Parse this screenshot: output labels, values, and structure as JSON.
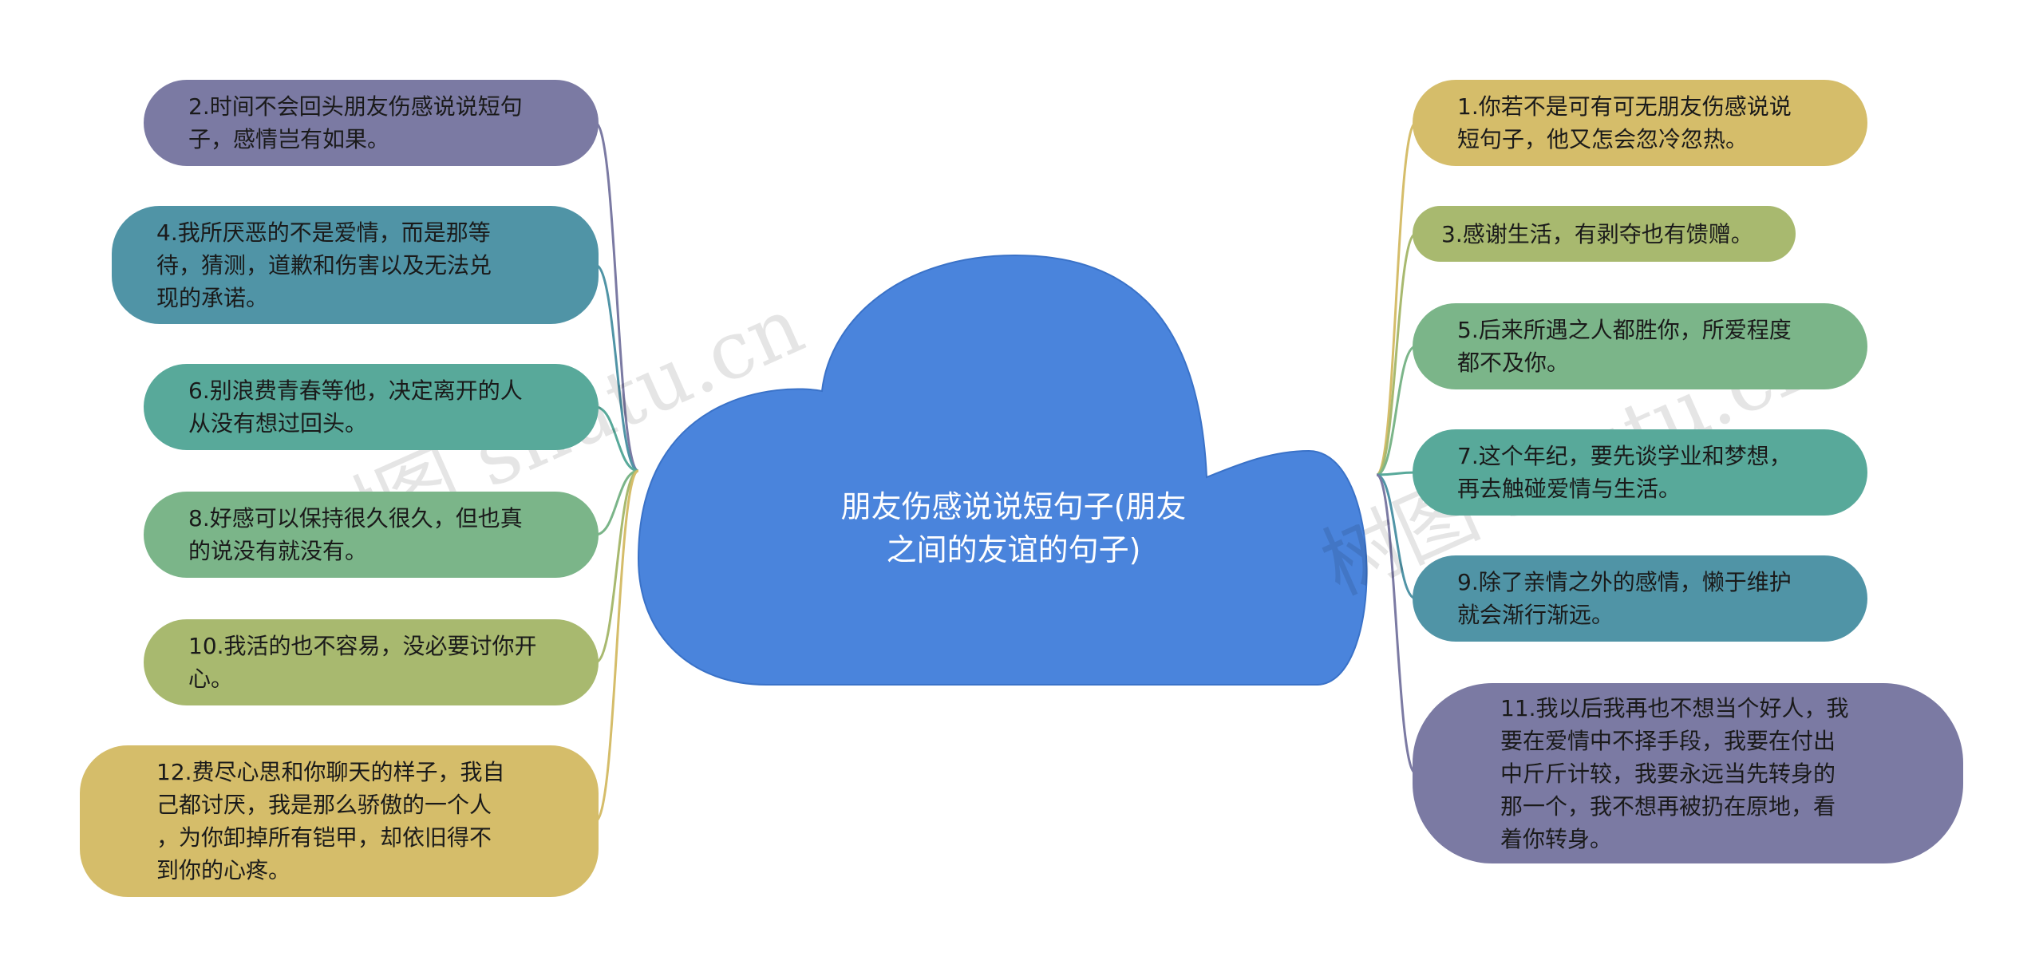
{
  "center": {
    "text": "朋友伤感说说短句子(朋友\n之间的友谊的句子)",
    "color": "#4a84dc"
  },
  "watermark": "树图 shutu.cn",
  "left_nodes": [
    {
      "text": "2.时间不会回头朋友伤感说说短句\n子，感情岂有如果。",
      "color": "#7b7aa3"
    },
    {
      "text": "4.我所厌恶的不是爱情，而是那等\n待，猜测，道歉和伤害以及无法兑\n现的承诺。",
      "color": "#5094a6"
    },
    {
      "text": "6.别浪费青春等他，决定离开的人\n从没有想过回头。",
      "color": "#58a99a"
    },
    {
      "text": "8.好感可以保持很久很久，但也真\n的说没有就没有。",
      "color": "#7bb589"
    },
    {
      "text": "10.我活的也不容易，没必要讨你开\n心。",
      "color": "#a8b96f"
    },
    {
      "text": "12.费尽心思和你聊天的样子，我自\n己都讨厌，我是那么骄傲的一个人\n，为你卸掉所有铠甲，却依旧得不\n到你的心疼。",
      "color": "#d5bd6a"
    }
  ],
  "right_nodes": [
    {
      "text": "1.你若不是可有可无朋友伤感说说\n短句子，他又怎会忽冷忽热。",
      "color": "#d5bd6a"
    },
    {
      "text": "3.感谢生活，有剥夺也有馈赠。",
      "color": "#a8b96f"
    },
    {
      "text": "5.后来所遇之人都胜你，所爱程度\n都不及你。",
      "color": "#7bb589"
    },
    {
      "text": "7.这个年纪，要先谈学业和梦想，\n再去触碰爱情与生活。",
      "color": "#58a99a"
    },
    {
      "text": "9.除了亲情之外的感情，懒于维护\n就会渐行渐远。",
      "color": "#5094a6"
    },
    {
      "text": "11.我以后我再也不想当个好人，我\n要在爱情中不择手段，我要在付出\n中斤斤计较，我要永远当先转身的\n那一个，我不想再被扔在原地，看\n着你转身。",
      "color": "#7b7aa3"
    }
  ]
}
